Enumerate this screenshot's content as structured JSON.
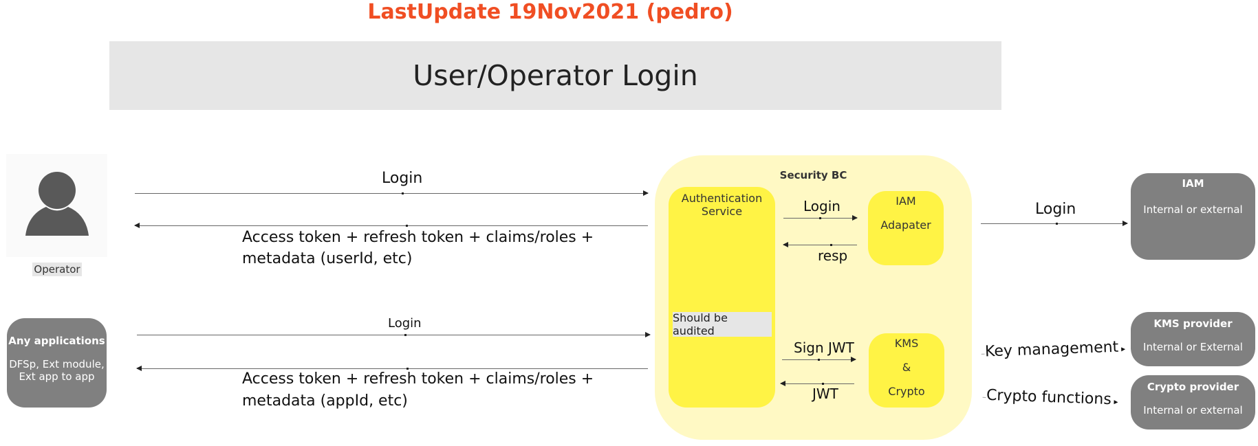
{
  "header": {
    "last_update": "LastUpdate 19Nov2021 (pedro)",
    "title": "User/Operator Login"
  },
  "actors": {
    "operator": {
      "label": "Operator",
      "icon": "person-icon"
    },
    "applications": {
      "title": "Any applications",
      "subtitle_line1": "DFSp, Ext module,",
      "subtitle_line2": "Ext app to app"
    }
  },
  "flows": {
    "operator_login": "Login",
    "operator_response_line1": "Access token + refresh token + claims/roles +",
    "operator_response_line2": "metadata (userId, etc)",
    "app_login": "Login",
    "app_response_line1": "Access token + refresh token + claims/roles +",
    "app_response_line2": "metadata (appId, etc)"
  },
  "security_bc": {
    "title": "Security BC",
    "auth_service_line1": "Authentication",
    "auth_service_line2": "Service",
    "audit_note": "Should be audited",
    "iam_adapter_line1": "IAM",
    "iam_adapter_line2": "Adapater",
    "kms_line1": "KMS",
    "kms_line2": "&",
    "kms_line3": "Crypto",
    "login_label": "Login",
    "resp_label": "resp",
    "sign_label": "Sign JWT",
    "jwt_label": "JWT"
  },
  "external": {
    "iam_login": "Login",
    "iam_title": "IAM",
    "iam_sub": "Internal or external",
    "key_mgmt": "Key management",
    "kms_title": "KMS provider",
    "kms_sub": "Internal or External",
    "crypto_fn": "Crypto functions",
    "crypto_title": "Crypto provider",
    "crypto_sub": "Internal or external"
  },
  "colors": {
    "update_text": "#f04e23",
    "banner_bg": "#e6e6e6",
    "security_bc_bg": "#fff9c4",
    "component_yellow": "#fff345",
    "external_grey": "#808080",
    "person_icon": "#595959"
  }
}
